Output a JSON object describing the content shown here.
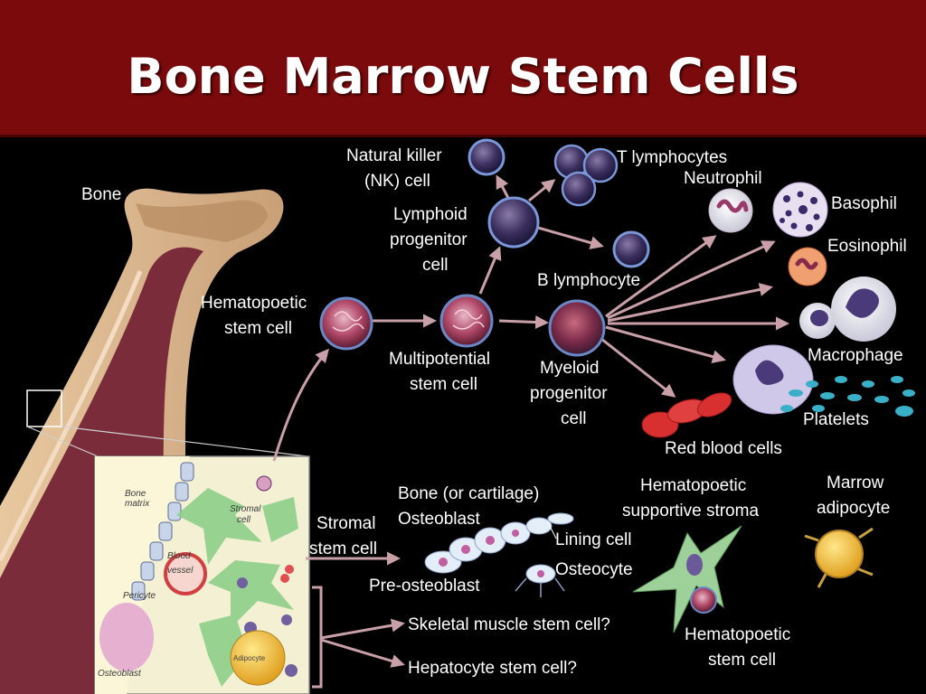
{
  "slide": {
    "title": "Bone Marrow Stem Cells"
  },
  "colors": {
    "title_bar": "#7a0a0c",
    "background": "#000000",
    "arrow": "#c9a0a8",
    "text": "#ffffff"
  },
  "labels": {
    "bone": "Bone",
    "hsc": [
      "Hematopoetic",
      "stem cell"
    ],
    "nk": [
      "Natural killer",
      "(NK) cell"
    ],
    "t_lymph": "T lymphocytes",
    "lymphoid": [
      "Lymphoid",
      "progenitor",
      "cell"
    ],
    "b_lymph": "B lymphocyte",
    "multipotential": [
      "Multipotential",
      "stem cell"
    ],
    "myeloid": [
      "Myeloid",
      "progenitor",
      "cell"
    ],
    "neutrophil": "Neutrophil",
    "basophil": "Basophil",
    "eosinophil": "Eosinophil",
    "macrophage": "Macrophage",
    "platelets": "Platelets",
    "rbc": "Red blood cells",
    "bone_cartilage": "Bone (or cartilage)",
    "osteoblast": "Osteoblast",
    "lining_cell": "Lining cell",
    "osteocyte": "Osteocyte",
    "pre_osteoblast": "Pre-osteoblast",
    "stromal_stem": [
      "Stromal",
      "stem cell"
    ],
    "hsc_stroma": [
      "Hematopoetic",
      "supportive stroma"
    ],
    "marrow_adipocyte": [
      "Marrow",
      "adipocyte"
    ],
    "hsc2": [
      "Hematopoetic",
      "stem cell"
    ],
    "skeletal": "Skeletal muscle stem cell?",
    "hepatocyte": "Hepatocyte stem cell?"
  },
  "inset_labels": {
    "bone_matrix": [
      "Bone",
      "matrix"
    ],
    "stromal_cell": [
      "Stromal",
      "cell"
    ],
    "blood_vessel": [
      "Blood",
      "vessel"
    ],
    "pericyte": "Pericyte",
    "osteoblast": "Osteoblast",
    "adipocyte": "Adipocyte"
  }
}
